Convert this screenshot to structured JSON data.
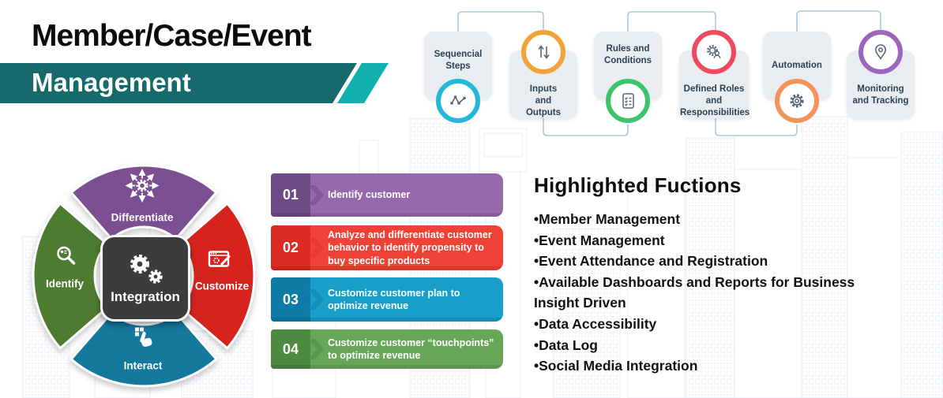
{
  "header": {
    "title_black": "Member/Case/Event",
    "title_banner": "Management",
    "banner_color": "#17696b",
    "accent_color": "#10b0ae"
  },
  "process_flow": {
    "steps": [
      {
        "label": "Sequencial Steps",
        "icon": "line-chart-icon",
        "color": "#25b7da",
        "icon_position": "bottom"
      },
      {
        "label": "Inputs and Outputs",
        "icon": "arrows-up-down-icon",
        "color": "#f1a33a",
        "icon_position": "top"
      },
      {
        "label": "Rules and Conditions",
        "icon": "checklist-icon",
        "color": "#3cc46a",
        "icon_position": "bottom"
      },
      {
        "label": "Defined Roles and Responsibilities",
        "icon": "gear-person-icon",
        "color": "#ee4a5e",
        "icon_position": "top"
      },
      {
        "label": "Automation",
        "icon": "gear-icon",
        "color": "#f2935c",
        "icon_position": "bottom"
      },
      {
        "label": "Monitoring and Tracking",
        "icon": "location-pin-icon",
        "color": "#9c67ba",
        "icon_position": "top"
      }
    ]
  },
  "cycle_diagram": {
    "center_label": "Integration",
    "center_icon": "gears-icon",
    "segments": [
      {
        "label": "Differentiate",
        "color": "#7c4f92",
        "icon": "radiate-gear-icon",
        "position": "top"
      },
      {
        "label": "Customize",
        "color": "#d6231e",
        "icon": "edit-window-icon",
        "position": "right"
      },
      {
        "label": "Interact",
        "color": "#15799e",
        "icon": "tap-hand-icon",
        "position": "bottom"
      },
      {
        "label": "Identify",
        "color": "#4d7b30",
        "icon": "search-icon",
        "position": "left"
      }
    ]
  },
  "steps_list": [
    {
      "number": "01",
      "text": "Identify customer",
      "color": "#9569ab"
    },
    {
      "number": "02",
      "text": "Analyze and differentiate customer behavior to identify propensity to buy specific products",
      "color": "#ef4236"
    },
    {
      "number": "03",
      "text": "Customize customer plan to optimize revenue",
      "color": "#189fc9"
    },
    {
      "number": "04",
      "text": "Customize customer “touchpoints” to optimize revenue",
      "color": "#68a759"
    }
  ],
  "highlighted_functions": {
    "title": "Highlighted Fuctions",
    "items": [
      "•Member Management",
      "•Event Management",
      "•Event Attendance and Registration",
      "•Available Dashboards and Reports for Business Insight Driven",
      "•Data Accessibility",
      "•Data Log",
      "•Social Media Integration"
    ]
  }
}
